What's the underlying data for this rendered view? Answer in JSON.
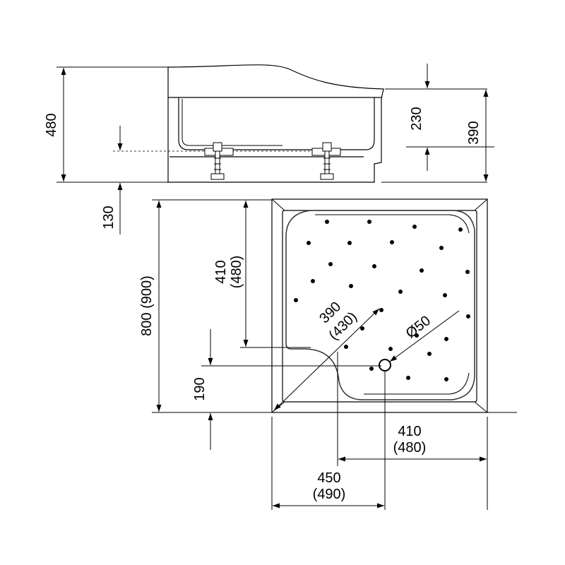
{
  "dimensions": {
    "side_total_height": "480",
    "side_front_height": "230",
    "side_rear_height": "390",
    "side_foot_height": "130",
    "plan_length": "800 (900)",
    "plan_drain_depth_a": "410",
    "plan_drain_depth_b": "(480)",
    "plan_corner_height": "190",
    "plan_diagonal_a": "390",
    "plan_diagonal_b": "(430)",
    "plan_drain_diameter": "Ø50",
    "plan_drain_width_a": "410",
    "plan_drain_width_b": "(480)",
    "plan_corner_width_a": "450",
    "plan_corner_width_b": "(490)"
  },
  "colors": {
    "line": "#000000",
    "tray_outline": "#333333",
    "background": "#ffffff"
  },
  "icons": {
    "drain": "drain-circle-icon",
    "massage_nozzle": "dot-icon",
    "support_leg": "adjustable-foot-icon"
  }
}
